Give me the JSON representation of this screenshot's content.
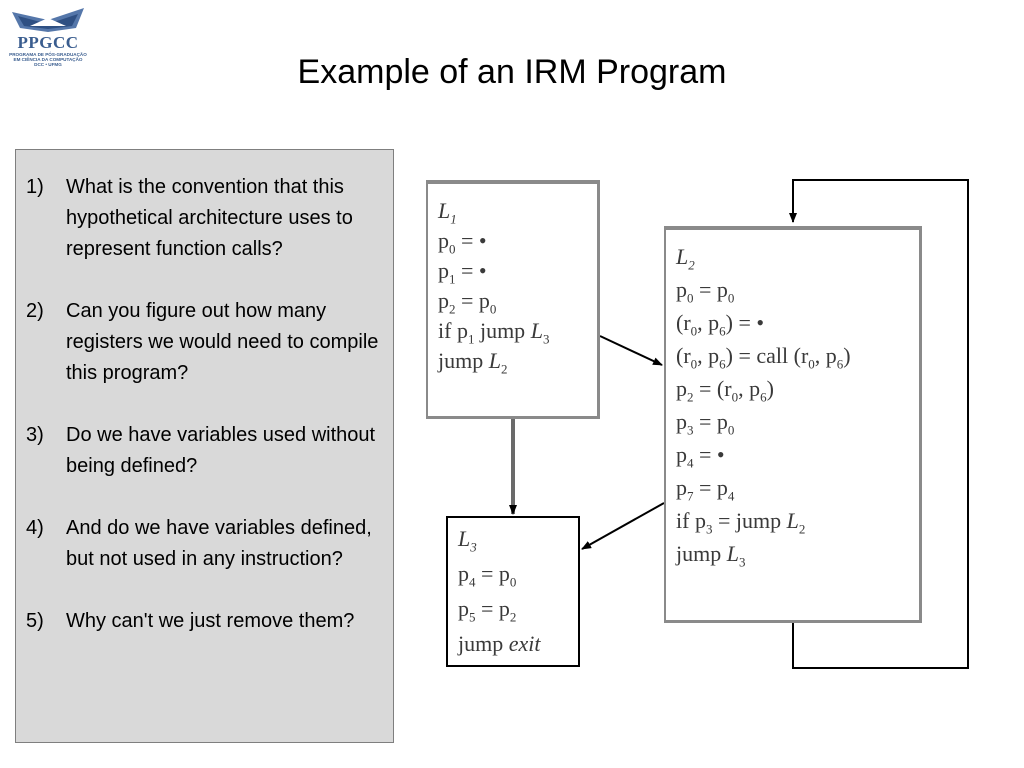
{
  "header": {
    "logo": {
      "name": "PPGCC",
      "subtitle_lines": [
        "PROGRAMA DE PÓS-GRADUAÇÃO",
        "EM CIÊNCIA DA COMPUTAÇÃO",
        "DCC • UFMG"
      ]
    },
    "title": "Example of an IRM Program"
  },
  "questions": [
    {
      "number": "1)",
      "text": "What is the convention that this hypothetical architecture uses to represent function calls?"
    },
    {
      "number": "2)",
      "text": "Can you figure out how many registers we would need to compile this program?"
    },
    {
      "number": "3)",
      "text": "Do we have variables used without being defined?"
    },
    {
      "number": "4)",
      "text": "And do we have variables defined, but not used in any instruction?"
    },
    {
      "number": "5)",
      "text": "Why can't we just remove them?"
    }
  ],
  "diagram": {
    "blocks": [
      {
        "id": "L1",
        "lines": [
          "L1",
          "p0 = •",
          "p1 = •",
          "p2 = p0",
          "if p1 jump L3",
          "jump L2"
        ]
      },
      {
        "id": "L2",
        "lines": [
          "L2",
          "p0 = p0",
          "(r0, p6) = •",
          "(r0, p6) = call (r0, p6)",
          "p2 = (r0, p6)",
          "p3 = p0",
          "p4 = •",
          "p7 = p4",
          "if p3 = jump L2",
          "jump L3"
        ]
      },
      {
        "id": "L3",
        "lines": [
          "L3",
          "p4 = p0",
          "p5 = p2",
          "jump exit"
        ]
      }
    ],
    "edges": [
      {
        "from": "L1",
        "to": "L2"
      },
      {
        "from": "L1",
        "to": "L3"
      },
      {
        "from": "L2",
        "to": "L3"
      },
      {
        "from": "L2",
        "to": "L2"
      }
    ],
    "colors": {
      "block_border": "#8a8a8a",
      "exit_block_border": "#000000",
      "edge": "#000000",
      "text": "#3a3a3a"
    }
  }
}
